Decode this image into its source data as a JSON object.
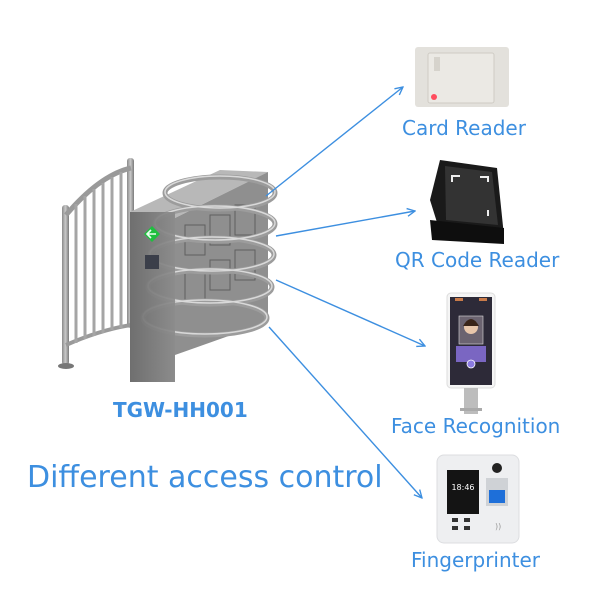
{
  "product": {
    "model": "TGW-HH001",
    "name": "half-height turnstile",
    "indicator_color": "#1fbf3f"
  },
  "headline": "Different access control",
  "accent_color": "#3d8fe0",
  "devices": [
    {
      "id": "card-reader",
      "label": "Card Reader"
    },
    {
      "id": "qr-code-reader",
      "label": "QR Code Reader"
    },
    {
      "id": "face-recognition",
      "label": "Face Recognition"
    },
    {
      "id": "fingerprinter",
      "label": "Fingerprinter",
      "screen_time": "18:46"
    }
  ]
}
